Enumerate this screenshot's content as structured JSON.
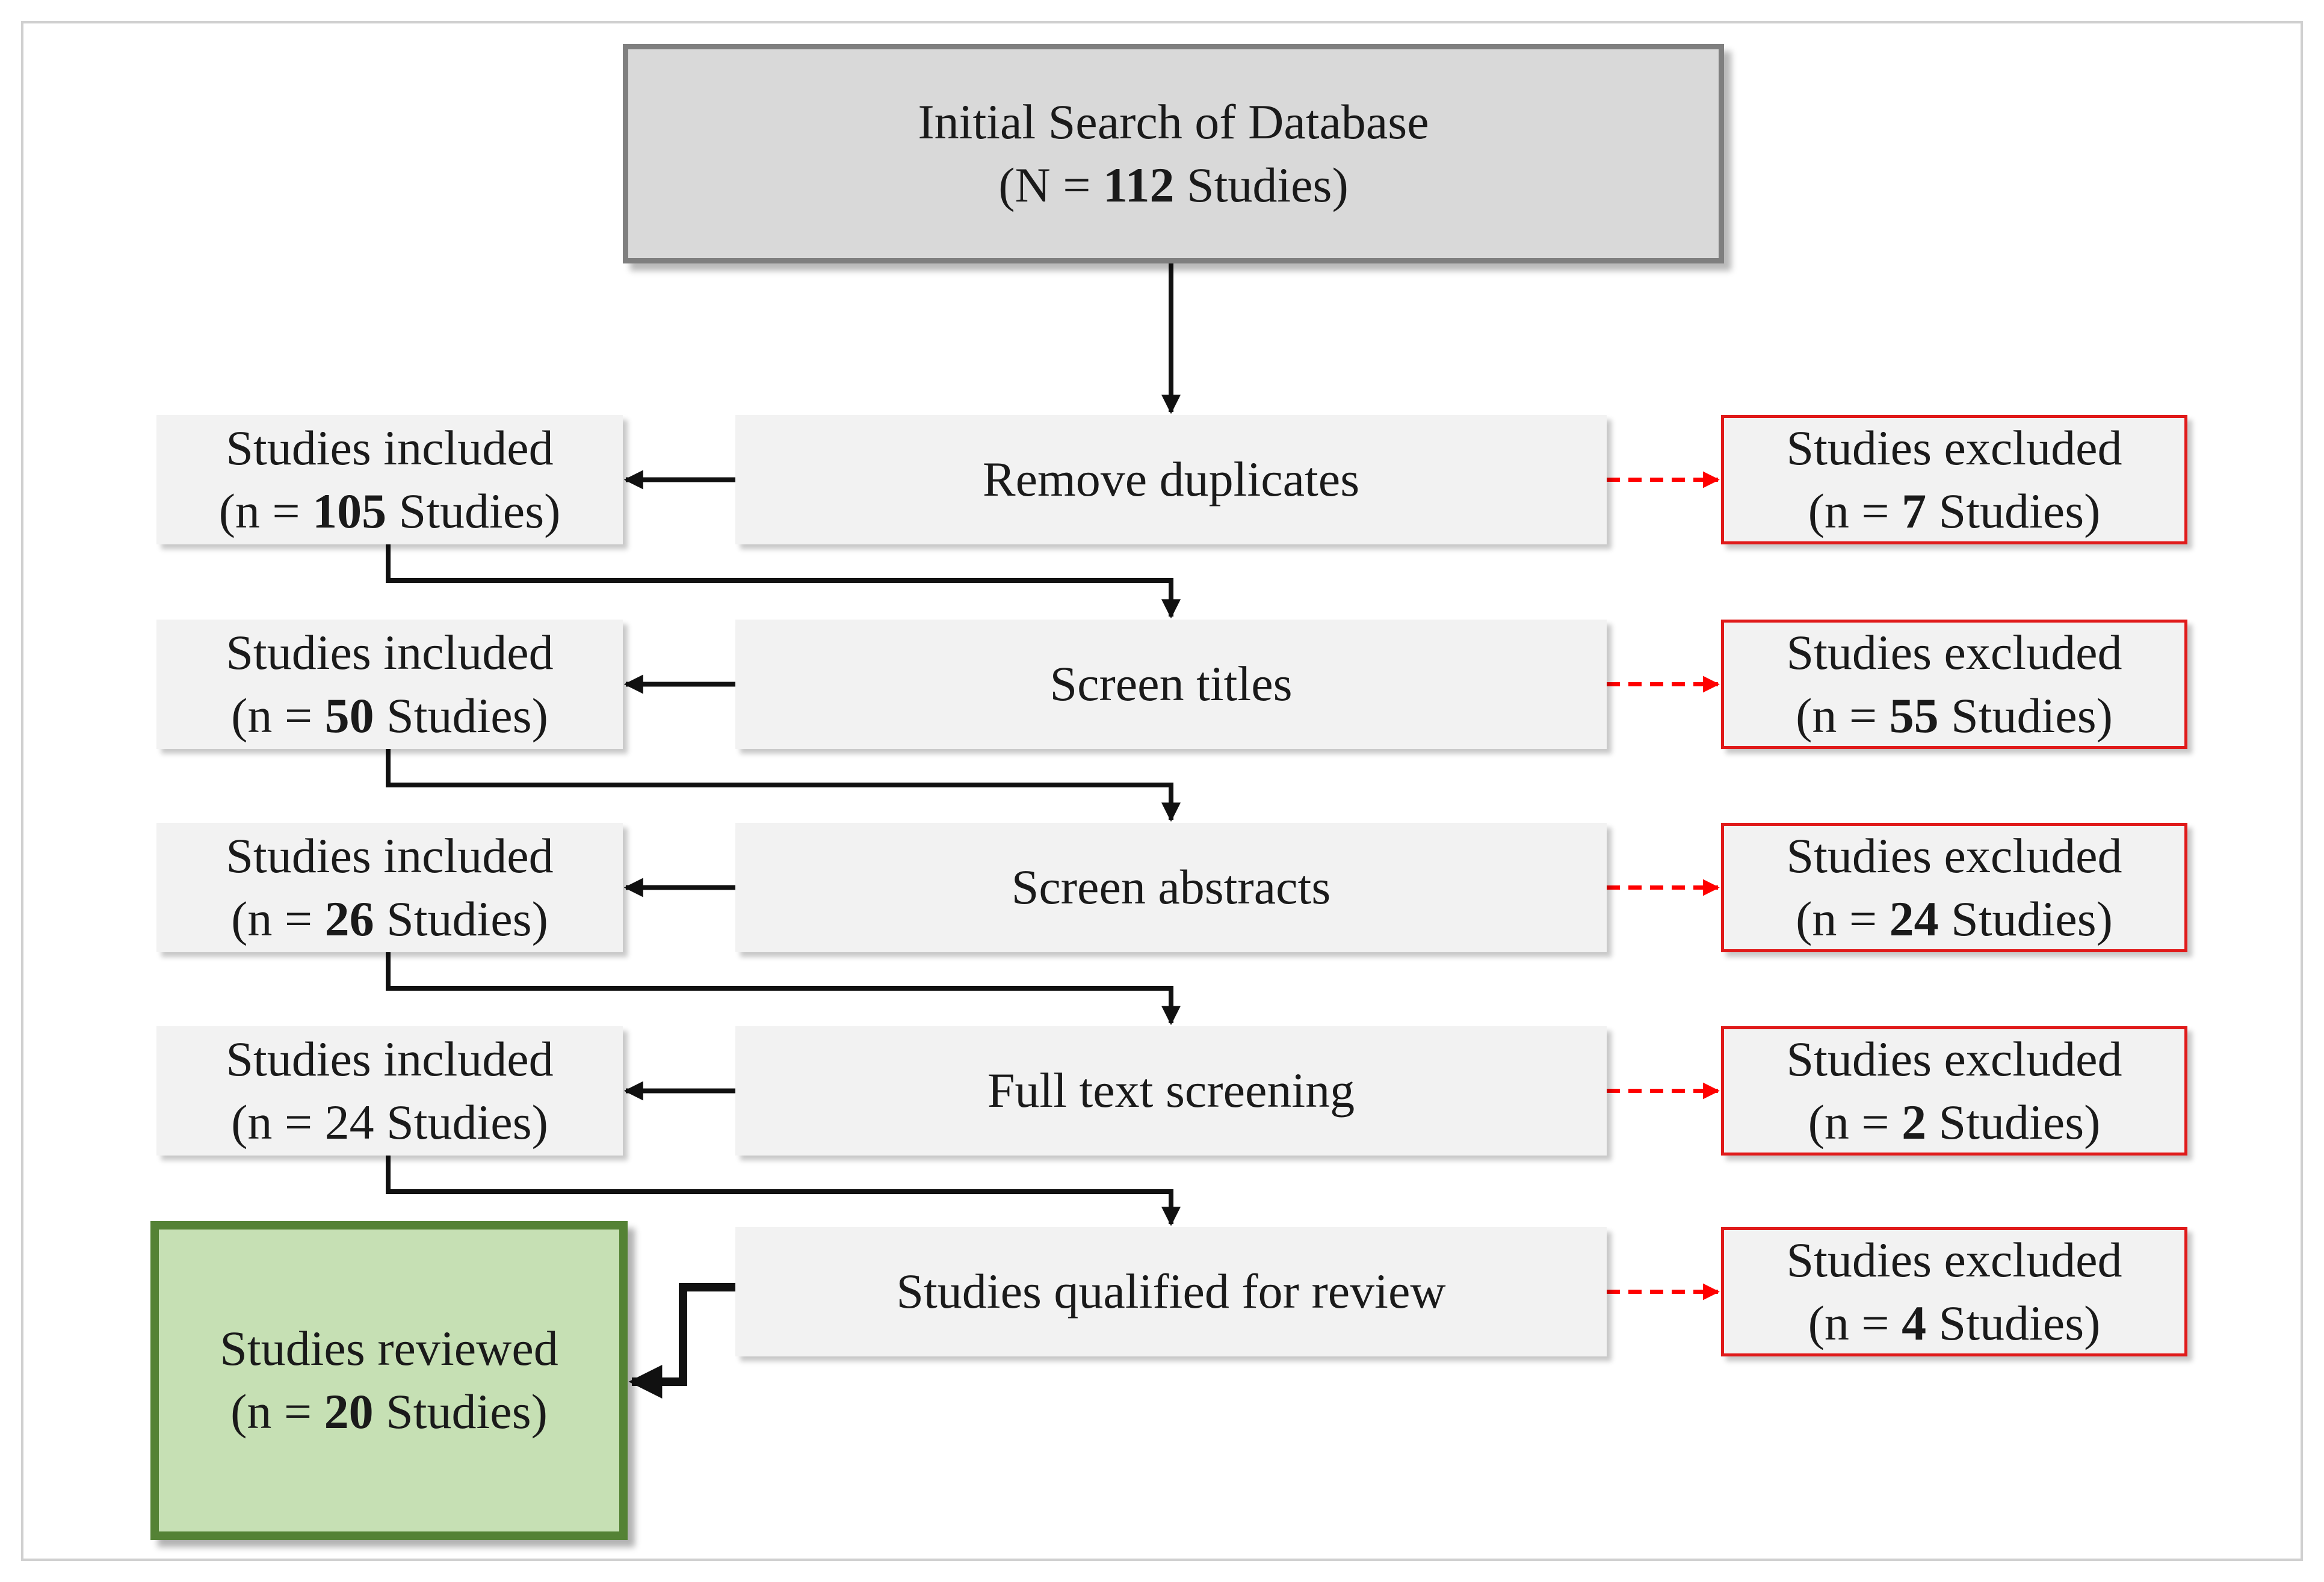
{
  "top": {
    "line1": "Initial Search of Database",
    "line2_pre": "(N = ",
    "line2_num": "112",
    "line2_post": " Studies)"
  },
  "stages": [
    {
      "label": "Remove duplicates",
      "included": {
        "line1": "Studies included",
        "pre": "(n = ",
        "num": "105",
        "post": " Studies)",
        "bold": true
      },
      "excluded": {
        "line1": "Studies excluded",
        "pre": "(n = ",
        "num": "7",
        "post": " Studies)",
        "bold": true
      }
    },
    {
      "label": "Screen titles",
      "included": {
        "line1": "Studies included",
        "pre": "(n = ",
        "num": "50",
        "post": " Studies)",
        "bold": true
      },
      "excluded": {
        "line1": "Studies excluded",
        "pre": "(n = ",
        "num": "55",
        "post": " Studies)",
        "bold": true
      }
    },
    {
      "label": "Screen abstracts",
      "included": {
        "line1": "Studies included",
        "pre": "(n = ",
        "num": "26",
        "post": " Studies)",
        "bold": true
      },
      "excluded": {
        "line1": "Studies excluded",
        "pre": "(n =  ",
        "num": "24",
        "post": " Studies)",
        "bold": true
      }
    },
    {
      "label": "Full text screening",
      "included": {
        "line1": "Studies included",
        "pre": "(n = ",
        "num": "24",
        "post": " Studies)",
        "bold": false
      },
      "excluded": {
        "line1": "Studies excluded",
        "pre": "(n = ",
        "num": "2",
        "post": " Studies)",
        "bold": true
      }
    },
    {
      "label": "Studies qualified for review",
      "included": null,
      "excluded": {
        "line1": "Studies excluded",
        "pre": "(n = ",
        "num": "4",
        "post": " Studies)",
        "bold": true
      }
    }
  ],
  "reviewed": {
    "line1": "Studies reviewed",
    "pre": "(n = ",
    "num": "20",
    "post": " Studies)"
  },
  "colors": {
    "excluded_border": "#e01a1a",
    "excluded_arrow": "#ff0000",
    "reviewed_fill": "#c6e0b4",
    "reviewed_border": "#548235",
    "top_fill": "#d9d9d9",
    "top_border": "#7f7f7f",
    "box_fill": "#f2f2f2"
  }
}
